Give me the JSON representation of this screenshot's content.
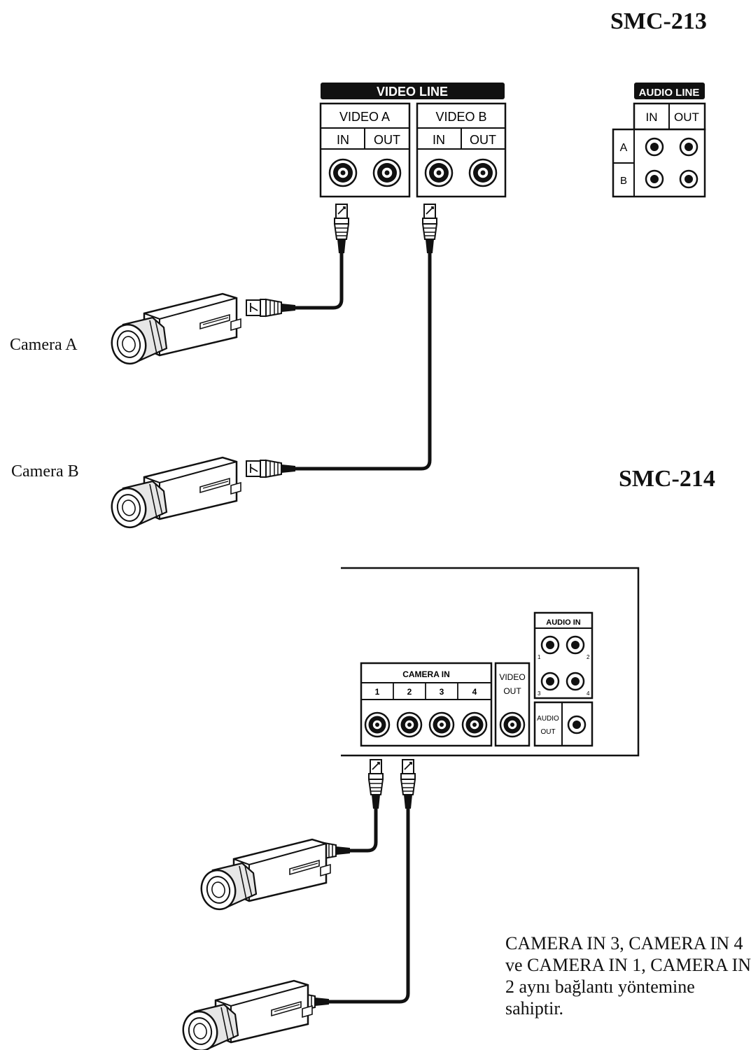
{
  "smc213": {
    "title": "SMC-213",
    "video_line": {
      "header": "VIDEO LINE",
      "groups": [
        {
          "label": "VIDEO A",
          "in": "IN",
          "out": "OUT"
        },
        {
          "label": "VIDEO B",
          "in": "IN",
          "out": "OUT"
        }
      ]
    },
    "audio_line": {
      "header": "AUDIO LINE",
      "in": "IN",
      "out": "OUT",
      "rows": [
        "A",
        "B"
      ]
    },
    "camera_a_label": "Camera A",
    "camera_b_label": "Camera B"
  },
  "smc214": {
    "title": "SMC-214",
    "camera_in": {
      "header": "CAMERA IN",
      "channels": [
        "1",
        "2",
        "3",
        "4"
      ]
    },
    "video_out": {
      "line1": "VIDEO",
      "line2": "OUT"
    },
    "audio_in": {
      "header": "AUDIO IN",
      "numbers": [
        "1",
        "2",
        "3",
        "4"
      ]
    },
    "audio_out": {
      "line1": "AUDIO",
      "line2": "OUT"
    }
  },
  "note": {
    "lines": [
      "CAMERA IN 3, CAMERA IN 4",
      "ve CAMERA IN 1, CAMERA IN",
      "2 aynı bağlantı yöntemine",
      "sahiptir."
    ]
  },
  "colors": {
    "line": "#111111",
    "fill": "#ffffff",
    "shade": "#dcdcdc",
    "dark": "#111111"
  }
}
